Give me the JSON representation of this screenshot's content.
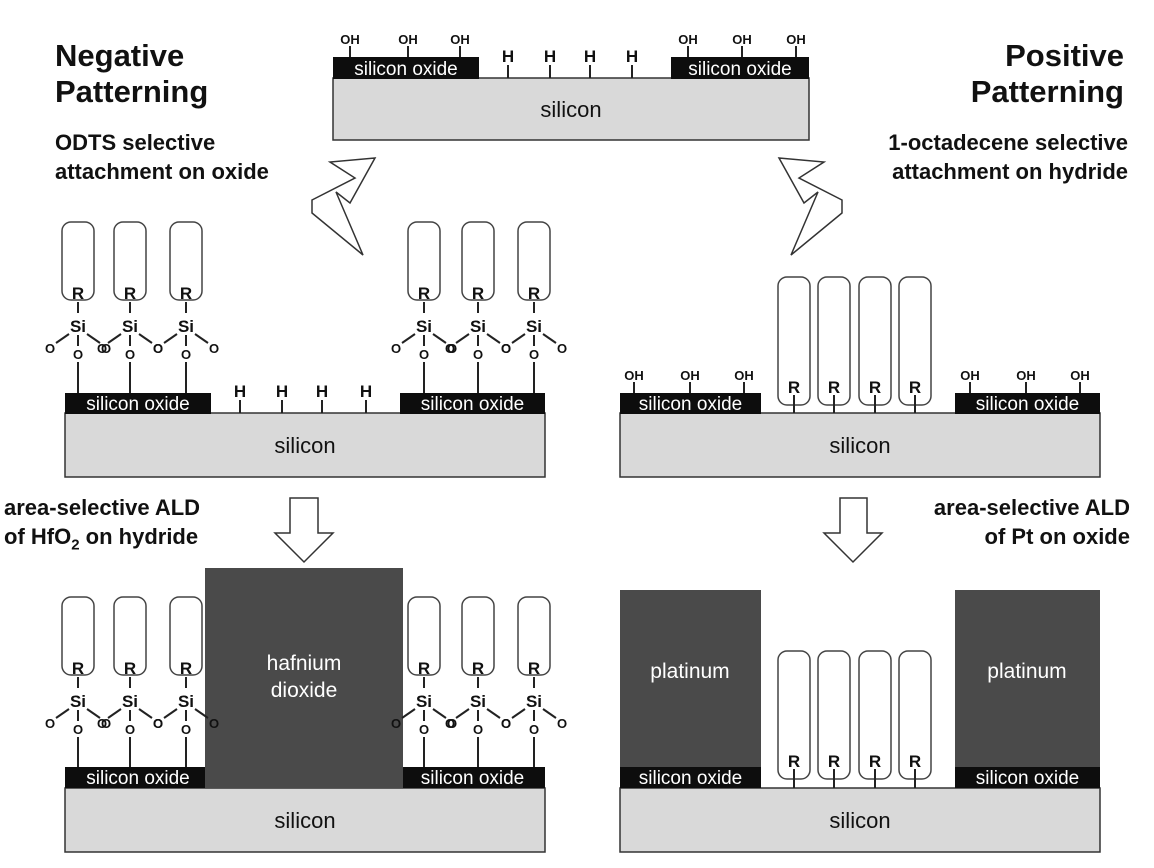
{
  "headings": {
    "negative": [
      "Negative",
      "Patterning"
    ],
    "positive": [
      "Positive",
      "Patterning"
    ]
  },
  "captions": {
    "odts": [
      "ODTS selective",
      "attachment on oxide"
    ],
    "octadecene": [
      "1-octadecene selective",
      "attachment on hydride"
    ],
    "hfo2_line1": "area-selective ALD",
    "hfo2_line2_prefix": "of HfO",
    "hfo2_line2_sub": "2",
    "hfo2_line2_suffix": " on hydride",
    "pt": [
      "area-selective ALD",
      "of Pt on oxide"
    ]
  },
  "labels": {
    "silicon": "silicon",
    "silicon_oxide": "silicon oxide",
    "hydroxyl": "OH",
    "hydrogen": "H",
    "r_group": "R",
    "silicon_atom": "Si",
    "oxygen_atom": "O",
    "hafnium_dioxide": [
      "hafnium",
      "dioxide"
    ],
    "platinum": "platinum"
  },
  "colors": {
    "silicon_fill": "#d9d9d9",
    "oxide_fill": "#0d0d0d",
    "deposit_fill": "#4a4a4a",
    "line": "#222222"
  }
}
